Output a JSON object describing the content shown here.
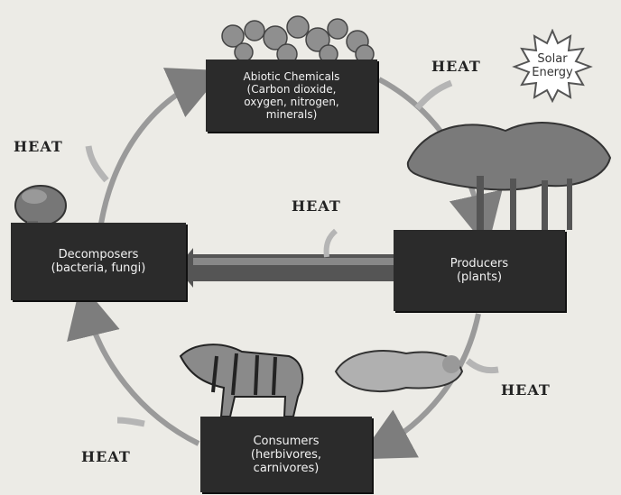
{
  "labels": {
    "abiotic": [
      "Abiotic Chemicals",
      "(Carbon dioxide,",
      "oxygen, nitrogen,",
      "minerals)"
    ],
    "producers": [
      "Producers",
      "(plants)"
    ],
    "decomposers": [
      "Decomposers",
      "(bacteria, fungi)"
    ],
    "consumers": [
      "Consumers",
      "(herbivores,",
      "carnivores)"
    ],
    "solar": [
      "Solar",
      "Energy"
    ],
    "heat": "HEAT"
  },
  "colors": {
    "box": "#2b2b2b",
    "box_text": "#f2f2f2",
    "cycle_arrow": "#9a9a9a",
    "background": "#ecebe6"
  }
}
